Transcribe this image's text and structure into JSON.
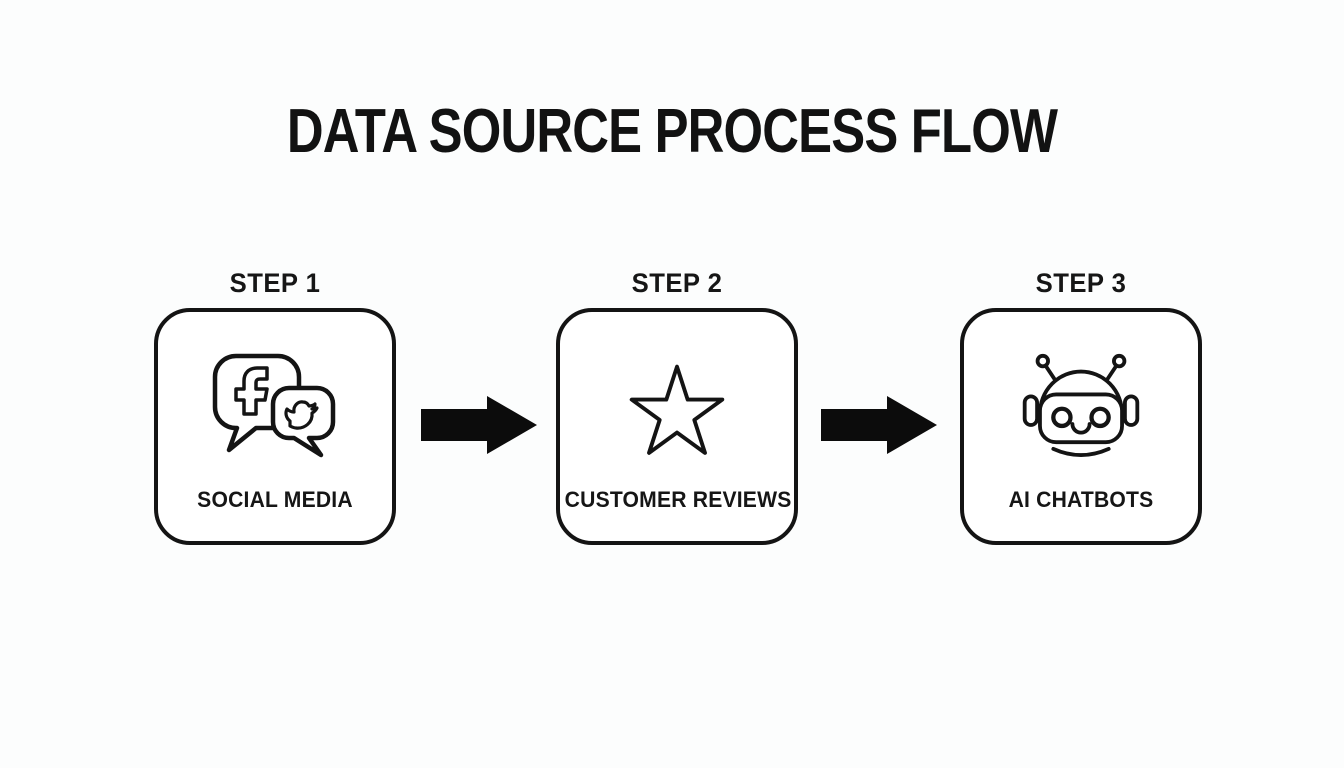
{
  "title": "DATA SOURCE PROCESS FLOW",
  "colors": {
    "background": "#fcfdfd",
    "ink": "#141414",
    "box_fill": "#ffffff"
  },
  "steps": [
    {
      "step_label": "STEP 1",
      "name": "SOCIAL MEDIA",
      "icon": "social-media-speech-bubbles-icon"
    },
    {
      "step_label": "STEP 2",
      "name": "CUSTOMER REVIEWS",
      "icon": "star-icon"
    },
    {
      "step_label": "STEP 3",
      "name": "AI CHATBOTS",
      "icon": "robot-icon"
    }
  ],
  "connectors": [
    {
      "icon": "arrow-right-icon"
    },
    {
      "icon": "arrow-right-icon"
    }
  ]
}
